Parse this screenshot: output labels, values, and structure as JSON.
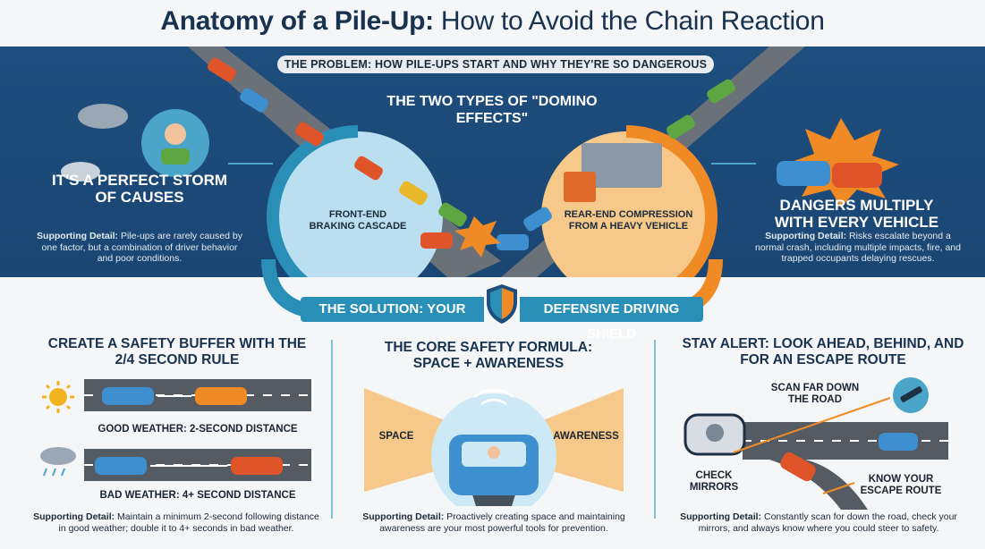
{
  "title": {
    "bold": "Anatomy of a Pile-Up:",
    "rest": " How to Avoid the Chain Reaction"
  },
  "problem": {
    "heading": "THE PROBLEM: HOW PILE-UPS START AND WHY THEY'RE SO DANGEROUS",
    "causes_title": "IT'S A PERFECT STORM OF CAUSES",
    "causes_detail_label": "Supporting Detail:",
    "causes_detail": " Pile-ups are rarely caused by one factor, but a combination of driver behavior and poor conditions.",
    "types_title": "THE TWO TYPES OF \"DOMINO EFFECTS\"",
    "front_end": "FRONT-END BRAKING CASCADE",
    "rear_end": "REAR-END COMPRESSION FROM A HEAVY VEHICLE",
    "dangers_title": "DANGERS MULTIPLY WITH EVERY VEHICLE",
    "dangers_detail_label": "Supporting Detail:",
    "dangers_detail": " Risks escalate beyond a normal crash, including multiple impacts, fire, and trapped occupants delaying rescues."
  },
  "solution": {
    "left": "THE SOLUTION: YOUR",
    "right": "DEFENSIVE DRIVING SHIELD"
  },
  "columns": [
    {
      "title": "CREATE A SAFETY BUFFER WITH THE 2/4 SECOND RULE",
      "good_label": "GOOD WEATHER: 2-SECOND DISTANCE",
      "bad_label": "BAD WEATHER: 4+ SECOND DISTANCE",
      "detail_label": "Supporting Detail:",
      "detail": " Maintain a minimum 2-second following distance in good weather; double it to 4+ seconds in bad weather."
    },
    {
      "title": "THE CORE SAFETY FORMULA: SPACE + AWARENESS",
      "space": "SPACE",
      "awareness": "AWARENESS",
      "detail_label": "Supporting Detail:",
      "detail": " Proactively creating space and maintaining awareness are your most powerful tools for prevention."
    },
    {
      "title": "STAY ALERT: LOOK AHEAD, BEHIND, AND FOR AN ESCAPE ROUTE",
      "scan": "SCAN FAR DOWN THE ROAD",
      "mirrors": "CHECK MIRRORS",
      "escape": "KNOW YOUR ESCAPE ROUTE",
      "detail_label": "Supporting Detail:",
      "detail": " Constantly scan for down the road, check your mirrors, and always know where you could steer to safety."
    }
  ],
  "colors": {
    "band": "#1e4e7e",
    "accent_teal": "#2a8fb7",
    "accent_orange": "#f08a24",
    "title": "#18324f"
  }
}
